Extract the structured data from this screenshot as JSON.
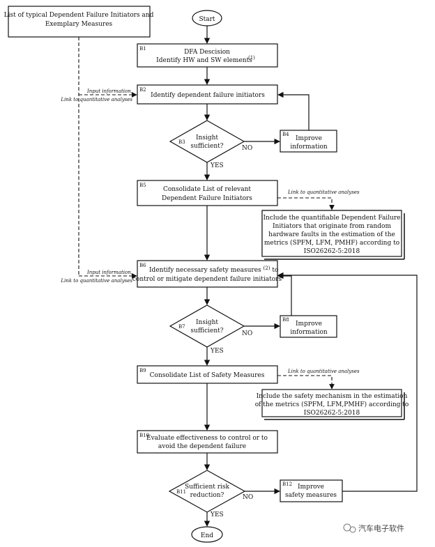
{
  "list_box": [
    "List of typical Dependent Failure  Initiators and",
    "Exemplary Measures"
  ],
  "start": "Start",
  "end": "End",
  "b1": {
    "id": "B1",
    "line1": "DFA Descision",
    "line2": "Identify HW and SW elements",
    "sup": "(1)"
  },
  "b2": {
    "id": "B2",
    "text": "Identify dependent failure initiators"
  },
  "b3": {
    "id": "B3",
    "line1": "Insight",
    "line2": "sufficient?"
  },
  "b4": {
    "id": "B4",
    "line1": "Improve",
    "line2": "information"
  },
  "b5": {
    "id": "B5",
    "line1": "Consolidate List of relevant",
    "line2": "Dependent Failure Initiators"
  },
  "b5_note": [
    "Include the quantifiable Dependent Failure",
    "Initiators that originate from random",
    "hardware faults in the estimation of the",
    "metrics (SPFM, LFM, PMHF) according to",
    "ISO26262-5:2018"
  ],
  "b6": {
    "id": "B6",
    "line1": "Identify necessary safety measures",
    "sup": "(2)",
    "line1b": " to",
    "line2": "control or mitigate dependent failure initiators"
  },
  "b7": {
    "id": "B7",
    "line1": "Insight",
    "line2": "sufficient?"
  },
  "b8": {
    "id": "B8",
    "line1": "Improve",
    "line2": "information"
  },
  "b9": {
    "id": "B9",
    "text": "Consolidate List of Safety Measures"
  },
  "b9_note": [
    "Include the safety mechanism in the estimation",
    "of the metrics (SPFM, LFM,PMHF) according to",
    "ISO26262-5:2018"
  ],
  "b10": {
    "id": "B10",
    "line1": "Evaluate effectiveness to control or to",
    "line2": "avoid the dependent failure"
  },
  "b11": {
    "id": "B11",
    "line1": "Sufficient risk",
    "line2": "reduction?"
  },
  "b12": {
    "id": "B12",
    "line1": "Improve",
    "line2": "safety measures"
  },
  "input_info": "Input information,",
  "link_quant": "Link to quantitative analyses",
  "link_quant_short": "Link to quantitative analyses",
  "yes": "YES",
  "no": "NO",
  "watermark": "汽车电子软件"
}
